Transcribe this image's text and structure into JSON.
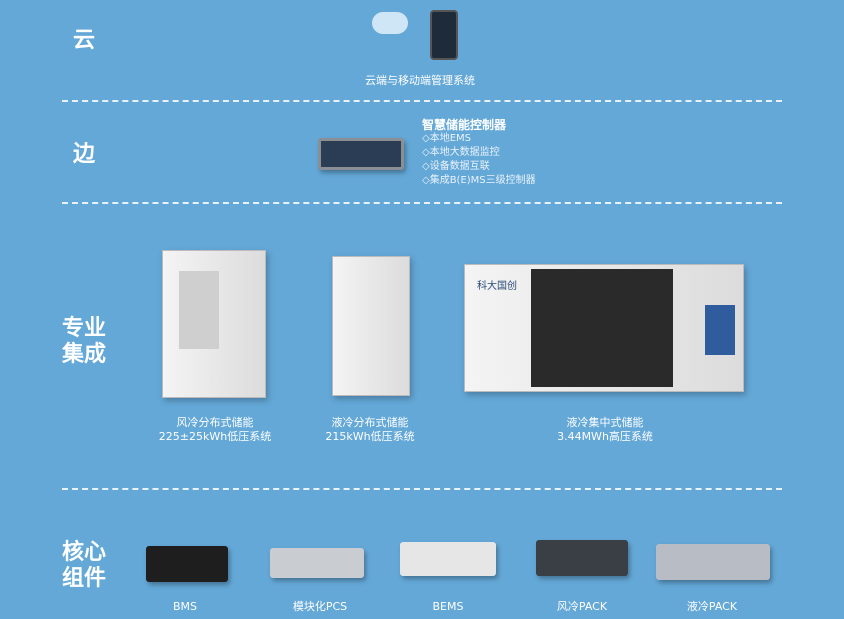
{
  "tiers": {
    "cloud": "云",
    "edge": "边",
    "integration": "专业\n集成",
    "core": "核心\n组件"
  },
  "cloud": {
    "caption": "云端与移动端管理系统"
  },
  "edge": {
    "title": "智慧储能控制器",
    "bullets": [
      "◇本地EMS",
      "◇本地大数据监控",
      "◇设备数据互联",
      "◇集成B(E)MS三级控制器"
    ]
  },
  "integration": [
    {
      "line1": "风冷分布式储能",
      "line2": "225±25kWh低压系统"
    },
    {
      "line1": "液冷分布式储能",
      "line2": "215kWh低压系统"
    },
    {
      "line1": "液冷集中式储能",
      "line2": "3.44MWh高压系统"
    }
  ],
  "brand": "科大国创",
  "core": [
    "BMS",
    "模块化PCS",
    "BEMS",
    "风冷PACK",
    "液冷PACK"
  ]
}
